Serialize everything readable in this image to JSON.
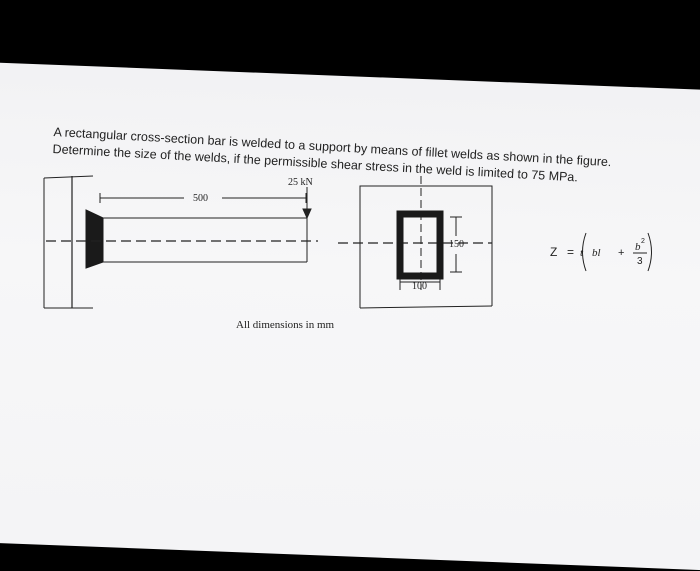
{
  "question": {
    "line1": "A rectangular cross-section bar is welded to a support by means of fillet welds as shown in the figure.",
    "line2": "Determine the size of the welds, if the permissible shear stress in the weld is limited to 75 MPa."
  },
  "figure": {
    "load_label": "25 kN",
    "length_label": "500",
    "height_label": "150",
    "width_label": "100",
    "formula": {
      "lhs": "Z",
      "eq": "=",
      "t": "t",
      "term1": "bl",
      "plus": "+",
      "num_base": "b",
      "num_exp": "2",
      "den": "3"
    }
  },
  "footer_note": "All dimensions in mm",
  "colors": {
    "ink": "#222222",
    "weld": "#1a1a1a",
    "paper": "#f5f5f6"
  }
}
